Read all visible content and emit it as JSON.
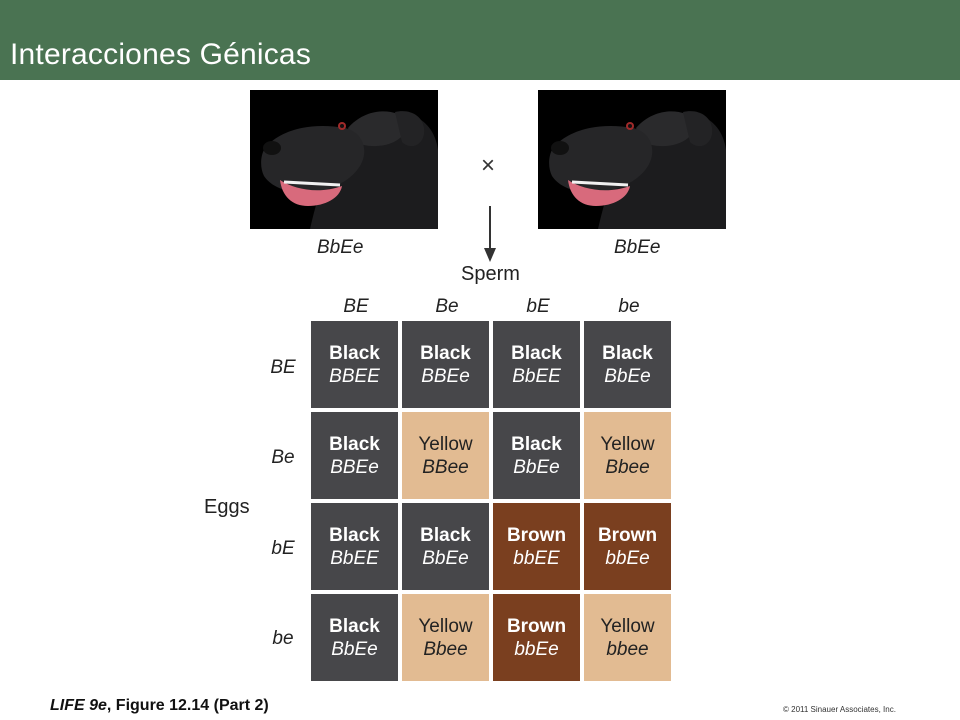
{
  "header": {
    "title": "Interacciones Génicas",
    "bar_color": "#4a7352"
  },
  "parents": {
    "left_genotype": "BbEe",
    "right_genotype": "BbEe",
    "cross_symbol": "×",
    "photo": "black-labrador-dog"
  },
  "sperm_label": "Sperm",
  "eggs_label": "Eggs",
  "sperm_gametes": [
    "BE",
    "Be",
    "bE",
    "be"
  ],
  "egg_gametes": [
    "BE",
    "Be",
    "bE",
    "be"
  ],
  "colors": {
    "black": "#47474a",
    "yellow": "#e2bb92",
    "brown": "#7a3f1f"
  },
  "grid": [
    [
      {
        "phenotype": "Black",
        "genotype": "BBEE",
        "color": "black"
      },
      {
        "phenotype": "Black",
        "genotype": "BBEe",
        "color": "black"
      },
      {
        "phenotype": "Black",
        "genotype": "BbEE",
        "color": "black"
      },
      {
        "phenotype": "Black",
        "genotype": "BbEe",
        "color": "black"
      }
    ],
    [
      {
        "phenotype": "Black",
        "genotype": "BBEe",
        "color": "black"
      },
      {
        "phenotype": "Yellow",
        "genotype": "BBee",
        "color": "yellow"
      },
      {
        "phenotype": "Black",
        "genotype": "BbEe",
        "color": "black"
      },
      {
        "phenotype": "Yellow",
        "genotype": "Bbee",
        "color": "yellow"
      }
    ],
    [
      {
        "phenotype": "Black",
        "genotype": "BbEE",
        "color": "black"
      },
      {
        "phenotype": "Black",
        "genotype": "BbEe",
        "color": "black"
      },
      {
        "phenotype": "Brown",
        "genotype": "bbEE",
        "color": "brown"
      },
      {
        "phenotype": "Brown",
        "genotype": "bbEe",
        "color": "brown"
      }
    ],
    [
      {
        "phenotype": "Black",
        "genotype": "BbEe",
        "color": "black"
      },
      {
        "phenotype": "Yellow",
        "genotype": "Bbee",
        "color": "yellow"
      },
      {
        "phenotype": "Brown",
        "genotype": "bbEe",
        "color": "brown"
      },
      {
        "phenotype": "Yellow",
        "genotype": "bbee",
        "color": "yellow"
      }
    ]
  ],
  "footer": {
    "caption_italic": "LIFE 9e",
    "caption_rest": ", Figure 12.14 (Part 2)",
    "copyright": "© 2011 Sinauer Associates, Inc."
  }
}
